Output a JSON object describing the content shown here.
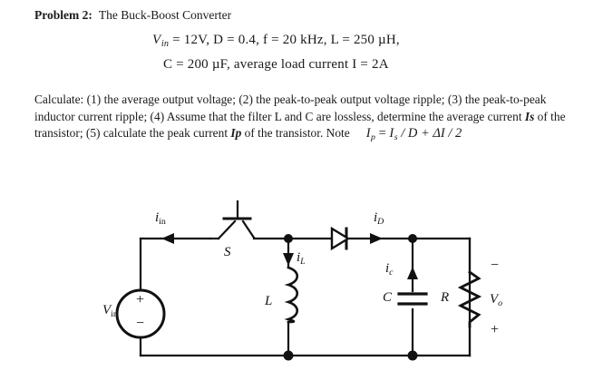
{
  "document": {
    "problem_label": "Problem 2:",
    "problem_title": "The Buck-Boost Converter",
    "equation_line_1": {
      "v_in_symbol": "V",
      "v_in_sub": "in",
      "v_in_value": "= 12V",
      "d_term": ", D = 0.4",
      "f_term": ", f = 20  kHz",
      "l_term": ", L = 250 µH,"
    },
    "equation_line_2": {
      "c_term": "C = 200 µF",
      "load_text": ", average load current",
      "i_term": "I = 2A"
    },
    "body_text": "Calculate: (1) the average output voltage; (2) the peak-to-peak output voltage ripple; (3) the peak-to-peak inductor current ripple; (4) Assume that the filter L and C are lossless, determine the average current ",
    "bold_is": "Is",
    "body_text_2": " of the transistor; (5) calculate the peak current ",
    "bold_ip": "Ip",
    "body_text_3": " of the transistor. Note",
    "note_equation": {
      "lhs_symbol": "I",
      "lhs_sub": "p",
      "eq": " = ",
      "rhs_symbol": "I",
      "rhs_sub": "s",
      "rhs_rest": " / D + ΔI / 2"
    }
  },
  "circuit": {
    "type": "buck-boost-converter-schematic",
    "labels": {
      "source": {
        "symbol": "V",
        "sub": "in",
        "name": "input-voltage-source"
      },
      "source_plus": "+",
      "source_minus": "−",
      "input_current": {
        "symbol": "i",
        "sub": "in"
      },
      "switch": "S",
      "inductor": "L",
      "inductor_current": {
        "symbol": "i",
        "sub": "L"
      },
      "diode_current": {
        "symbol": "i",
        "sub": "D"
      },
      "capacitor": "C",
      "capacitor_current": {
        "symbol": "i",
        "sub": "c"
      },
      "resistor": "R",
      "output_voltage": {
        "symbol": "V",
        "sub": "o"
      },
      "output_minus": "−",
      "output_plus": "+"
    },
    "colors": {
      "wire": "#111111",
      "background": "#ffffff"
    }
  }
}
